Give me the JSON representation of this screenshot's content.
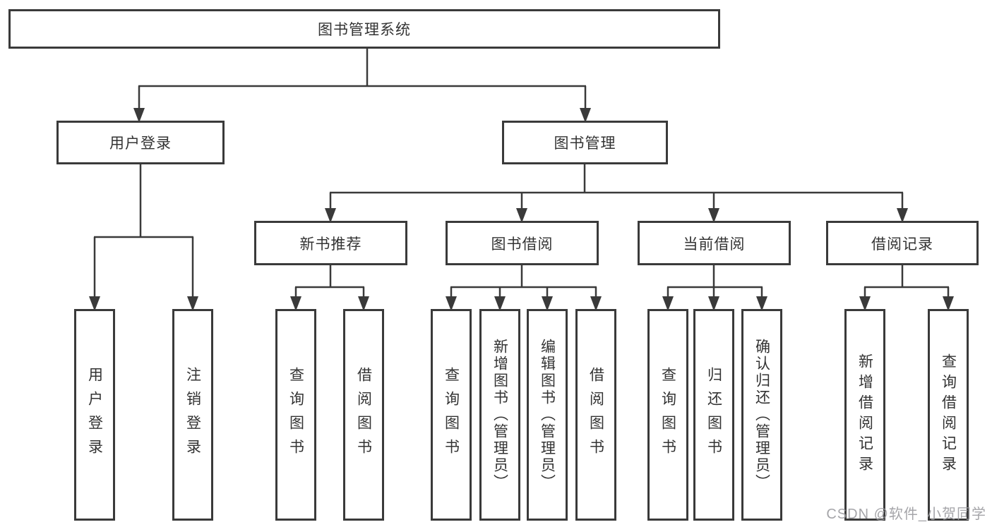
{
  "nodes": {
    "root": {
      "label": "图书管理系统"
    },
    "level2": [
      {
        "label": "用户登录"
      },
      {
        "label": "图书管理"
      }
    ],
    "level3": [
      {
        "label": "新书推荐",
        "parent": "图书管理"
      },
      {
        "label": "图书借阅",
        "parent": "图书管理"
      },
      {
        "label": "当前借阅",
        "parent": "图书管理"
      },
      {
        "label": "借阅记录",
        "parent": "图书管理"
      }
    ],
    "leaves": [
      {
        "label": "用户登录",
        "parent": "用户登录"
      },
      {
        "label": "注销登录",
        "parent": "用户登录"
      },
      {
        "label": "查询图书",
        "parent": "新书推荐"
      },
      {
        "label": "借阅图书",
        "parent": "新书推荐"
      },
      {
        "label": "查询图书",
        "parent": "图书借阅"
      },
      {
        "label": "新增图书（管理员）",
        "parent": "图书借阅"
      },
      {
        "label": "编辑图书（管理员）",
        "parent": "图书借阅"
      },
      {
        "label": "借阅图书",
        "parent": "图书借阅"
      },
      {
        "label": "查询图书",
        "parent": "当前借阅"
      },
      {
        "label": "归还图书",
        "parent": "当前借阅"
      },
      {
        "label": "确认归还（管理员）",
        "parent": "当前借阅"
      },
      {
        "label": "新增借阅记录",
        "parent": "借阅记录"
      },
      {
        "label": "查询借阅记录",
        "parent": "借阅记录"
      }
    ]
  },
  "watermark": "CSDN @软件_小贺同学",
  "colors": {
    "line": "#3a3a3a",
    "text": "#333333",
    "background": "#ffffff",
    "watermark": "#9b9ba0"
  }
}
